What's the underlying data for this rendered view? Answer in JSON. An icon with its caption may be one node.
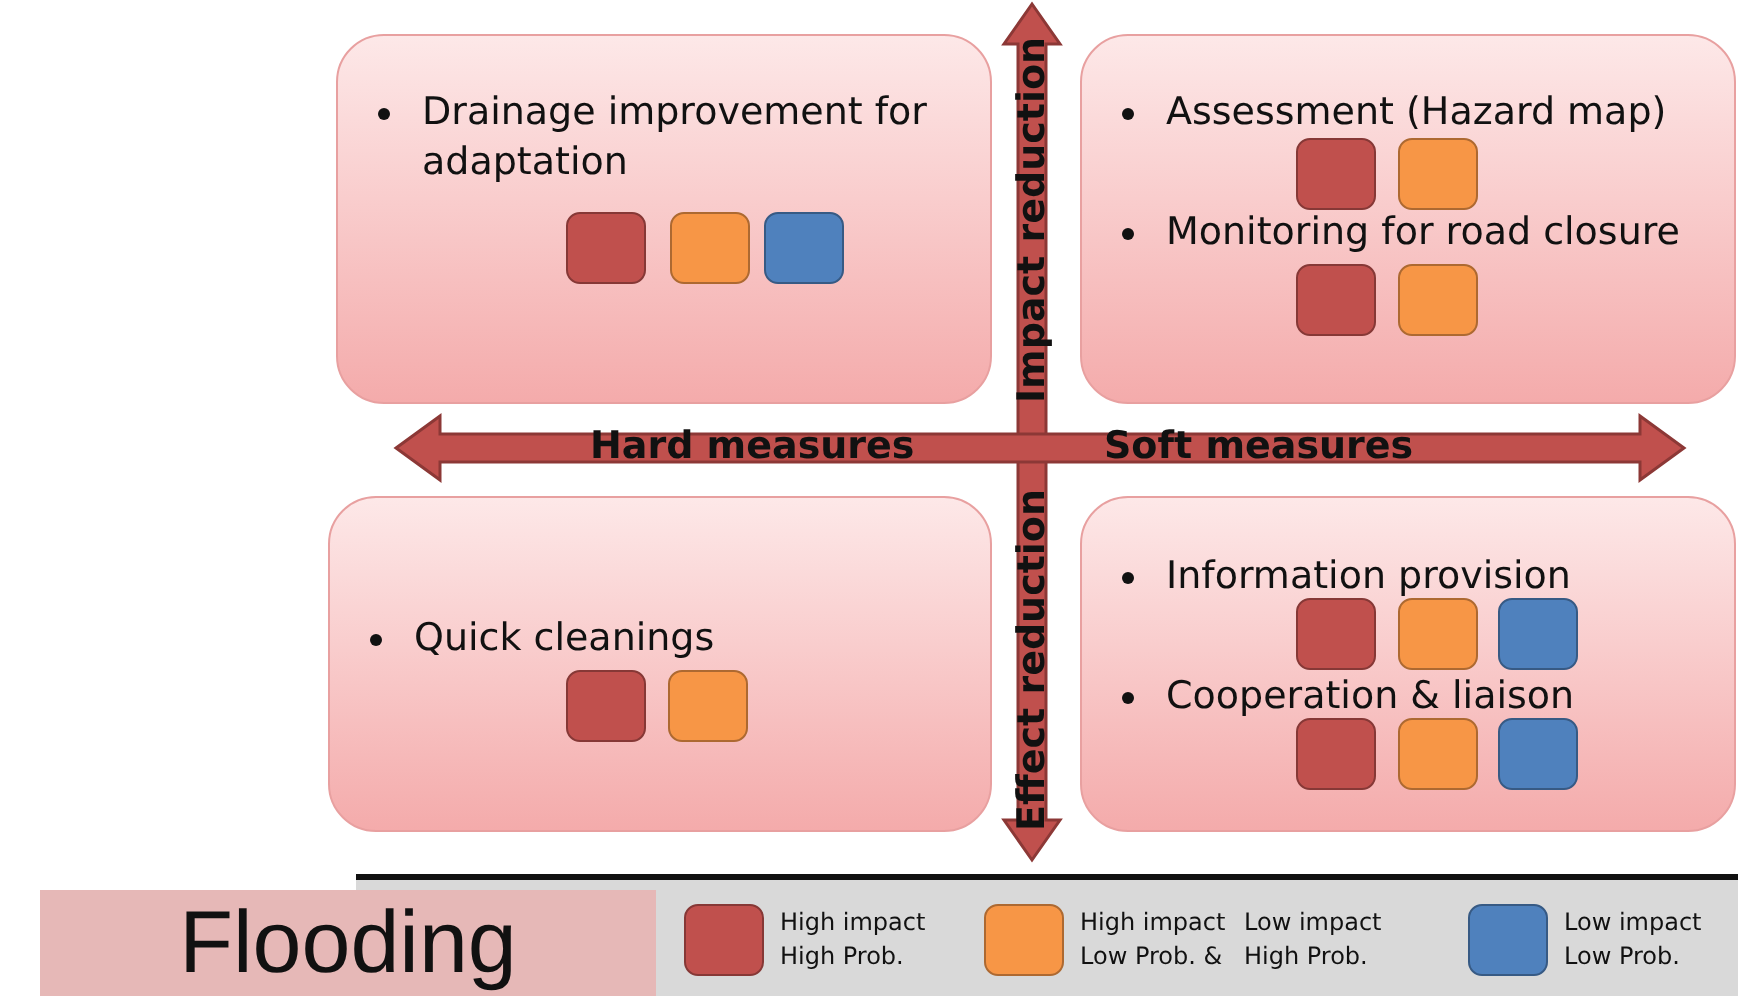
{
  "diagram": {
    "nodes": [
      {
        "text": [
          "Drainage improvement for adaptation"
        ]
      },
      {
        "text": [],
        "shape": "box",
        "in": 0
      },
      {
        "text": [],
        "shape": "box",
        "in": 0
      },
      {
        "text": [],
        "shape": "box",
        "in": 0
      },
      {
        "text": [
          "Assessment (Hazard map)",
          "Monitoring for road closure"
        ]
      },
      {
        "text": [],
        "shape": "box",
        "in": 4
      },
      {
        "text": [],
        "shape": "box",
        "in": 4
      },
      {
        "text": [],
        "shape": "box",
        "in": 4
      },
      {
        "text": [],
        "shape": "box",
        "in": 4
      },
      {
        "text": [
          "Quick cleanings"
        ]
      },
      {
        "text": [],
        "shape": "box",
        "in": 9
      },
      {
        "text": [],
        "shape": "box",
        "in": 9
      },
      {
        "text": [
          "Information provision",
          "Cooperation & liaison"
        ]
      },
      {
        "text": [],
        "shape": "box",
        "in": 12
      },
      {
        "text": [],
        "shape": "box",
        "in": 12
      },
      {
        "text": [],
        "shape": "box",
        "in": 12
      },
      {
        "text": [],
        "shape": "box",
        "in": 12
      },
      {
        "text": [],
        "shape": "box",
        "in": 12
      },
      {
        "text": [],
        "shape": "box",
        "in": 12
      },
      {
        "text": [
          "Flooding"
        ]
      }
    ],
    "edges": [],
    "labels": [
      "Impact reduction",
      "Hard measures",
      "Soft measures",
      "Effect reduction"
    ],
    "legend": [
      {
        "text": "High impact High Prob.",
        "color": "#c0504d"
      },
      {
        "text": "High impact Low Prob. & Low impact High Prob.",
        "color": "#f79646"
      },
      {
        "text": "Low impact Low Prob.",
        "color": "#4f81bd"
      }
    ]
  }
}
